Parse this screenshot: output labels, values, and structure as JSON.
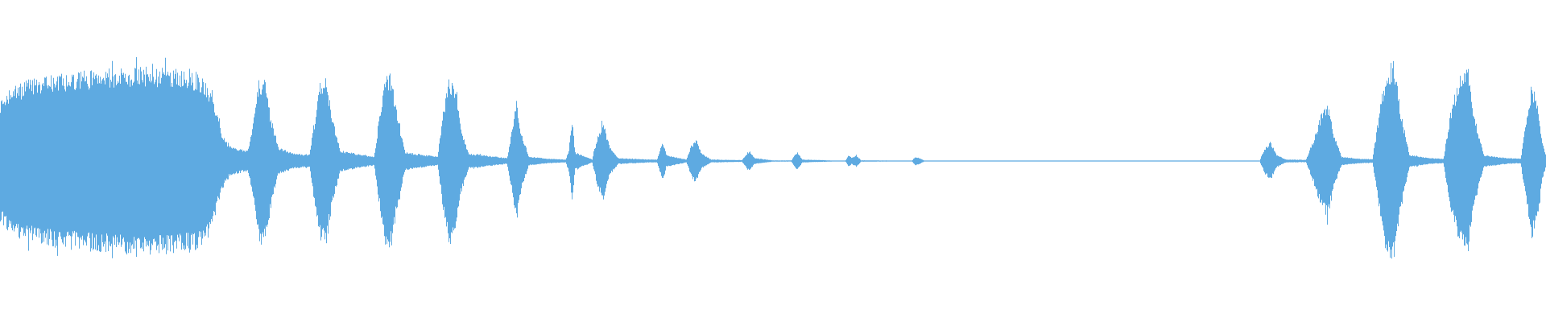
{
  "waveform": {
    "color": "#5eaae1",
    "background": "#ffffff",
    "envelope": [
      [
        0.0,
        0.4
      ],
      [
        0.005,
        0.46
      ],
      [
        0.01,
        0.5
      ],
      [
        0.02,
        0.54
      ],
      [
        0.03,
        0.56
      ],
      [
        0.045,
        0.58
      ],
      [
        0.06,
        0.6
      ],
      [
        0.075,
        0.61
      ],
      [
        0.09,
        0.62
      ],
      [
        0.105,
        0.61
      ],
      [
        0.12,
        0.6
      ],
      [
        0.128,
        0.58
      ],
      [
        0.134,
        0.52
      ],
      [
        0.139,
        0.36
      ],
      [
        0.143,
        0.2
      ],
      [
        0.148,
        0.1
      ],
      [
        0.155,
        0.08
      ],
      [
        0.16,
        0.07
      ],
      [
        0.163,
        0.2
      ],
      [
        0.167,
        0.55
      ],
      [
        0.171,
        0.56
      ],
      [
        0.175,
        0.3
      ],
      [
        0.18,
        0.09
      ],
      [
        0.19,
        0.05
      ],
      [
        0.2,
        0.04
      ],
      [
        0.203,
        0.25
      ],
      [
        0.207,
        0.52
      ],
      [
        0.211,
        0.55
      ],
      [
        0.215,
        0.28
      ],
      [
        0.22,
        0.07
      ],
      [
        0.235,
        0.04
      ],
      [
        0.242,
        0.03
      ],
      [
        0.245,
        0.28
      ],
      [
        0.249,
        0.55
      ],
      [
        0.253,
        0.58
      ],
      [
        0.257,
        0.3
      ],
      [
        0.262,
        0.06
      ],
      [
        0.275,
        0.04
      ],
      [
        0.283,
        0.03
      ],
      [
        0.286,
        0.28
      ],
      [
        0.29,
        0.56
      ],
      [
        0.294,
        0.52
      ],
      [
        0.298,
        0.22
      ],
      [
        0.303,
        0.05
      ],
      [
        0.32,
        0.03
      ],
      [
        0.328,
        0.02
      ],
      [
        0.331,
        0.2
      ],
      [
        0.334,
        0.42
      ],
      [
        0.337,
        0.2
      ],
      [
        0.342,
        0.03
      ],
      [
        0.355,
        0.015
      ],
      [
        0.366,
        0.01
      ],
      [
        0.368,
        0.08
      ],
      [
        0.37,
        0.28
      ],
      [
        0.372,
        0.06
      ],
      [
        0.383,
        0.01
      ],
      [
        0.386,
        0.15
      ],
      [
        0.39,
        0.27
      ],
      [
        0.394,
        0.1
      ],
      [
        0.4,
        0.02
      ],
      [
        0.42,
        0.01
      ],
      [
        0.425,
        0.01
      ],
      [
        0.427,
        0.08
      ],
      [
        0.429,
        0.13
      ],
      [
        0.431,
        0.04
      ],
      [
        0.444,
        0.01
      ],
      [
        0.447,
        0.1
      ],
      [
        0.45,
        0.15
      ],
      [
        0.454,
        0.05
      ],
      [
        0.46,
        0.01
      ],
      [
        0.48,
        0.006
      ],
      [
        0.483,
        0.05
      ],
      [
        0.485,
        0.07
      ],
      [
        0.488,
        0.02
      ],
      [
        0.5,
        0.004
      ],
      [
        0.512,
        0.004
      ],
      [
        0.514,
        0.04
      ],
      [
        0.516,
        0.06
      ],
      [
        0.519,
        0.01
      ],
      [
        0.54,
        0.003
      ],
      [
        0.547,
        0.003
      ],
      [
        0.549,
        0.04
      ],
      [
        0.551,
        0.02
      ],
      [
        0.554,
        0.04
      ],
      [
        0.557,
        0.005
      ],
      [
        0.59,
        0.002
      ],
      [
        0.592,
        0.03
      ],
      [
        0.595,
        0.02
      ],
      [
        0.598,
        0.003
      ],
      [
        0.7,
        0.002
      ],
      [
        0.8,
        0.002
      ],
      [
        0.815,
        0.003
      ],
      [
        0.818,
        0.08
      ],
      [
        0.822,
        0.13
      ],
      [
        0.826,
        0.04
      ],
      [
        0.832,
        0.01
      ],
      [
        0.845,
        0.008
      ],
      [
        0.85,
        0.15
      ],
      [
        0.855,
        0.32
      ],
      [
        0.859,
        0.38
      ],
      [
        0.863,
        0.18
      ],
      [
        0.868,
        0.03
      ],
      [
        0.88,
        0.015
      ],
      [
        0.888,
        0.012
      ],
      [
        0.892,
        0.3
      ],
      [
        0.897,
        0.62
      ],
      [
        0.902,
        0.66
      ],
      [
        0.906,
        0.35
      ],
      [
        0.912,
        0.04
      ],
      [
        0.925,
        0.02
      ],
      [
        0.934,
        0.015
      ],
      [
        0.938,
        0.3
      ],
      [
        0.944,
        0.56
      ],
      [
        0.95,
        0.62
      ],
      [
        0.954,
        0.3
      ],
      [
        0.96,
        0.04
      ],
      [
        0.975,
        0.02
      ],
      [
        0.984,
        0.015
      ],
      [
        0.987,
        0.25
      ],
      [
        0.991,
        0.52
      ],
      [
        0.995,
        0.4
      ],
      [
        0.998,
        0.12
      ],
      [
        1.0,
        0.05
      ]
    ]
  }
}
